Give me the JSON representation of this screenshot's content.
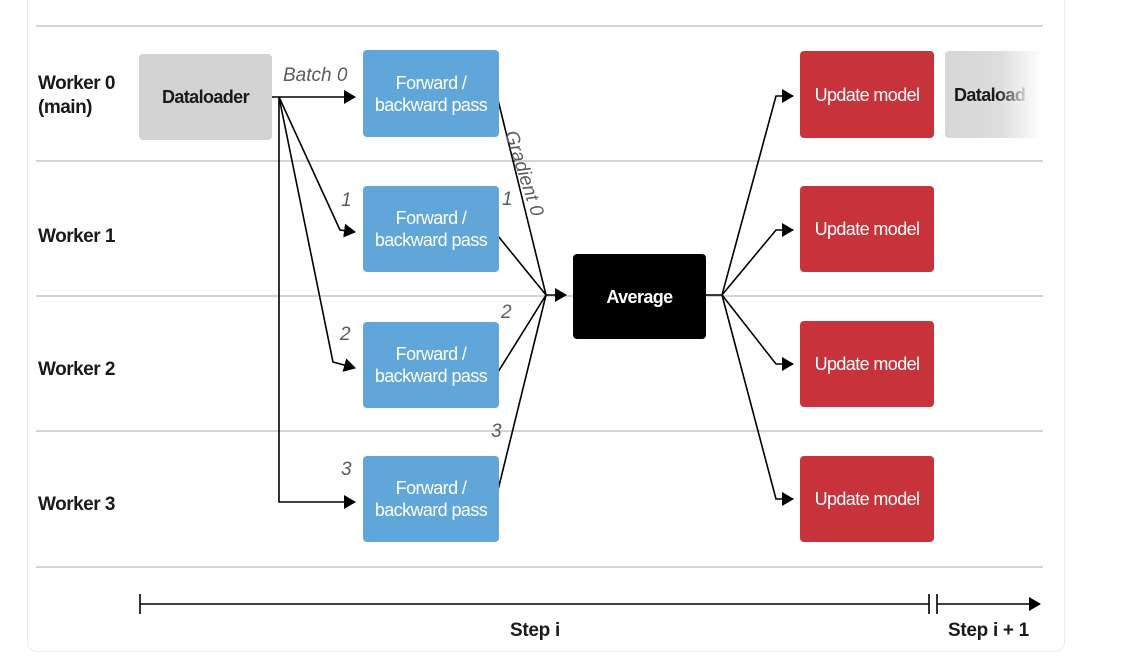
{
  "workers": [
    {
      "label": "Worker 0\n(main)"
    },
    {
      "label": "Worker 1"
    },
    {
      "label": "Worker 2"
    },
    {
      "label": "Worker 3"
    }
  ],
  "dataloader": {
    "label": "Dataloader",
    "next_label": "Dataload"
  },
  "batch_labels": [
    "Batch 0",
    "1",
    "2",
    "3"
  ],
  "forward_pass": {
    "label": "Forward /\nbackward pass"
  },
  "gradient_labels": [
    "Gradient 0",
    "1",
    "2",
    "3"
  ],
  "average": {
    "label": "Average"
  },
  "update_model": {
    "label": "Update model"
  },
  "timeline": {
    "step_label": "Step i",
    "next_step_label": "Step i + 1"
  },
  "colors": {
    "dataloader": "#d3d3d3",
    "forward_pass": "#61a6d8",
    "average": "#000000",
    "update_model": "#c8323a",
    "row_divider": "#d4d4d4"
  }
}
